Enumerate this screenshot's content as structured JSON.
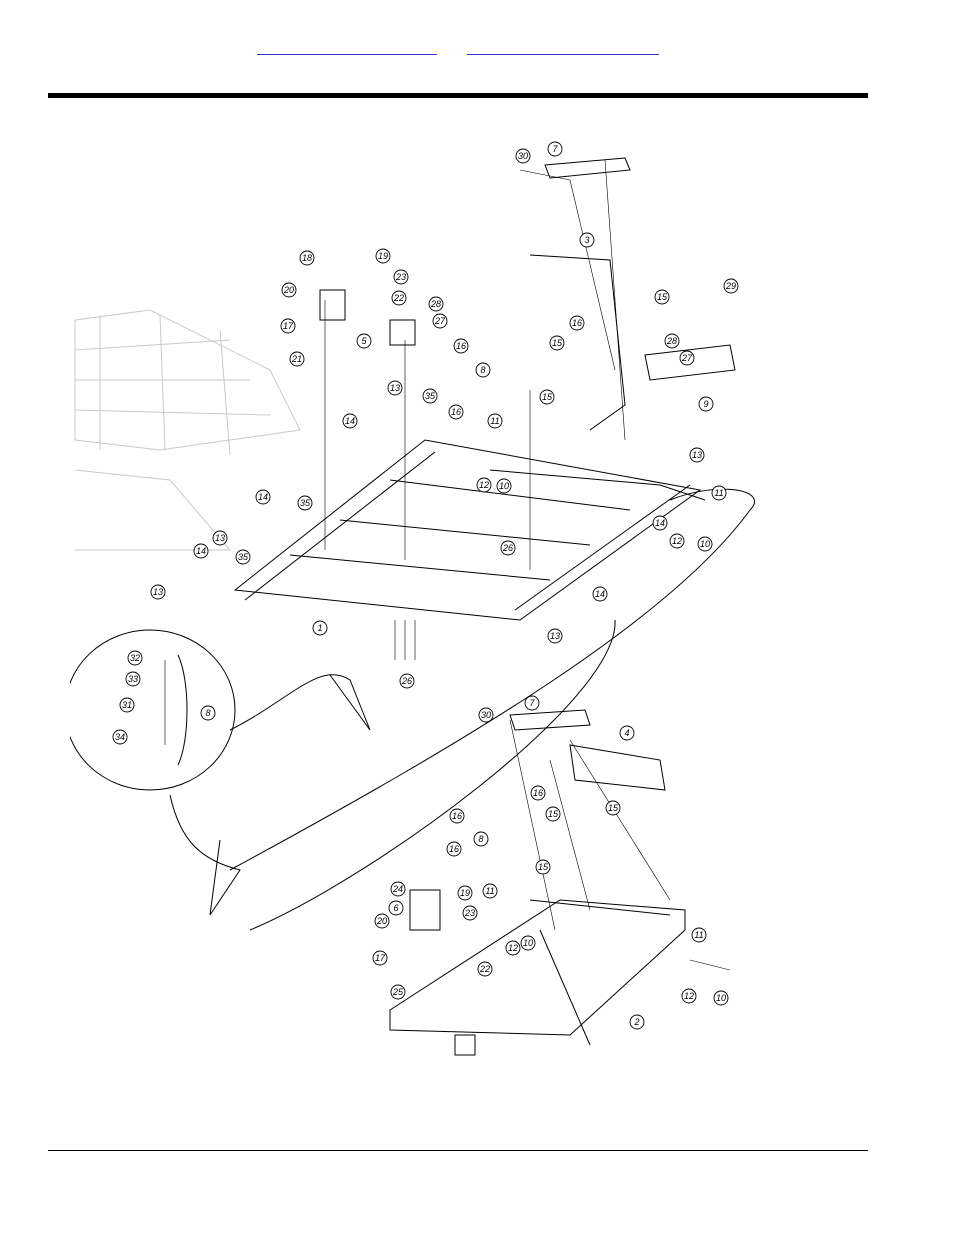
{
  "header": {
    "links": [
      "",
      ""
    ]
  },
  "figure": {
    "callouts": [
      "1",
      "2",
      "3",
      "4",
      "5",
      "6",
      "7",
      "8",
      "9",
      "10",
      "11",
      "12",
      "13",
      "14",
      "15",
      "16",
      "17",
      "18",
      "19",
      "20",
      "21",
      "22",
      "23",
      "24",
      "25",
      "26",
      "27",
      "28",
      "29",
      "30",
      "31",
      "32",
      "33",
      "34",
      "35"
    ]
  }
}
